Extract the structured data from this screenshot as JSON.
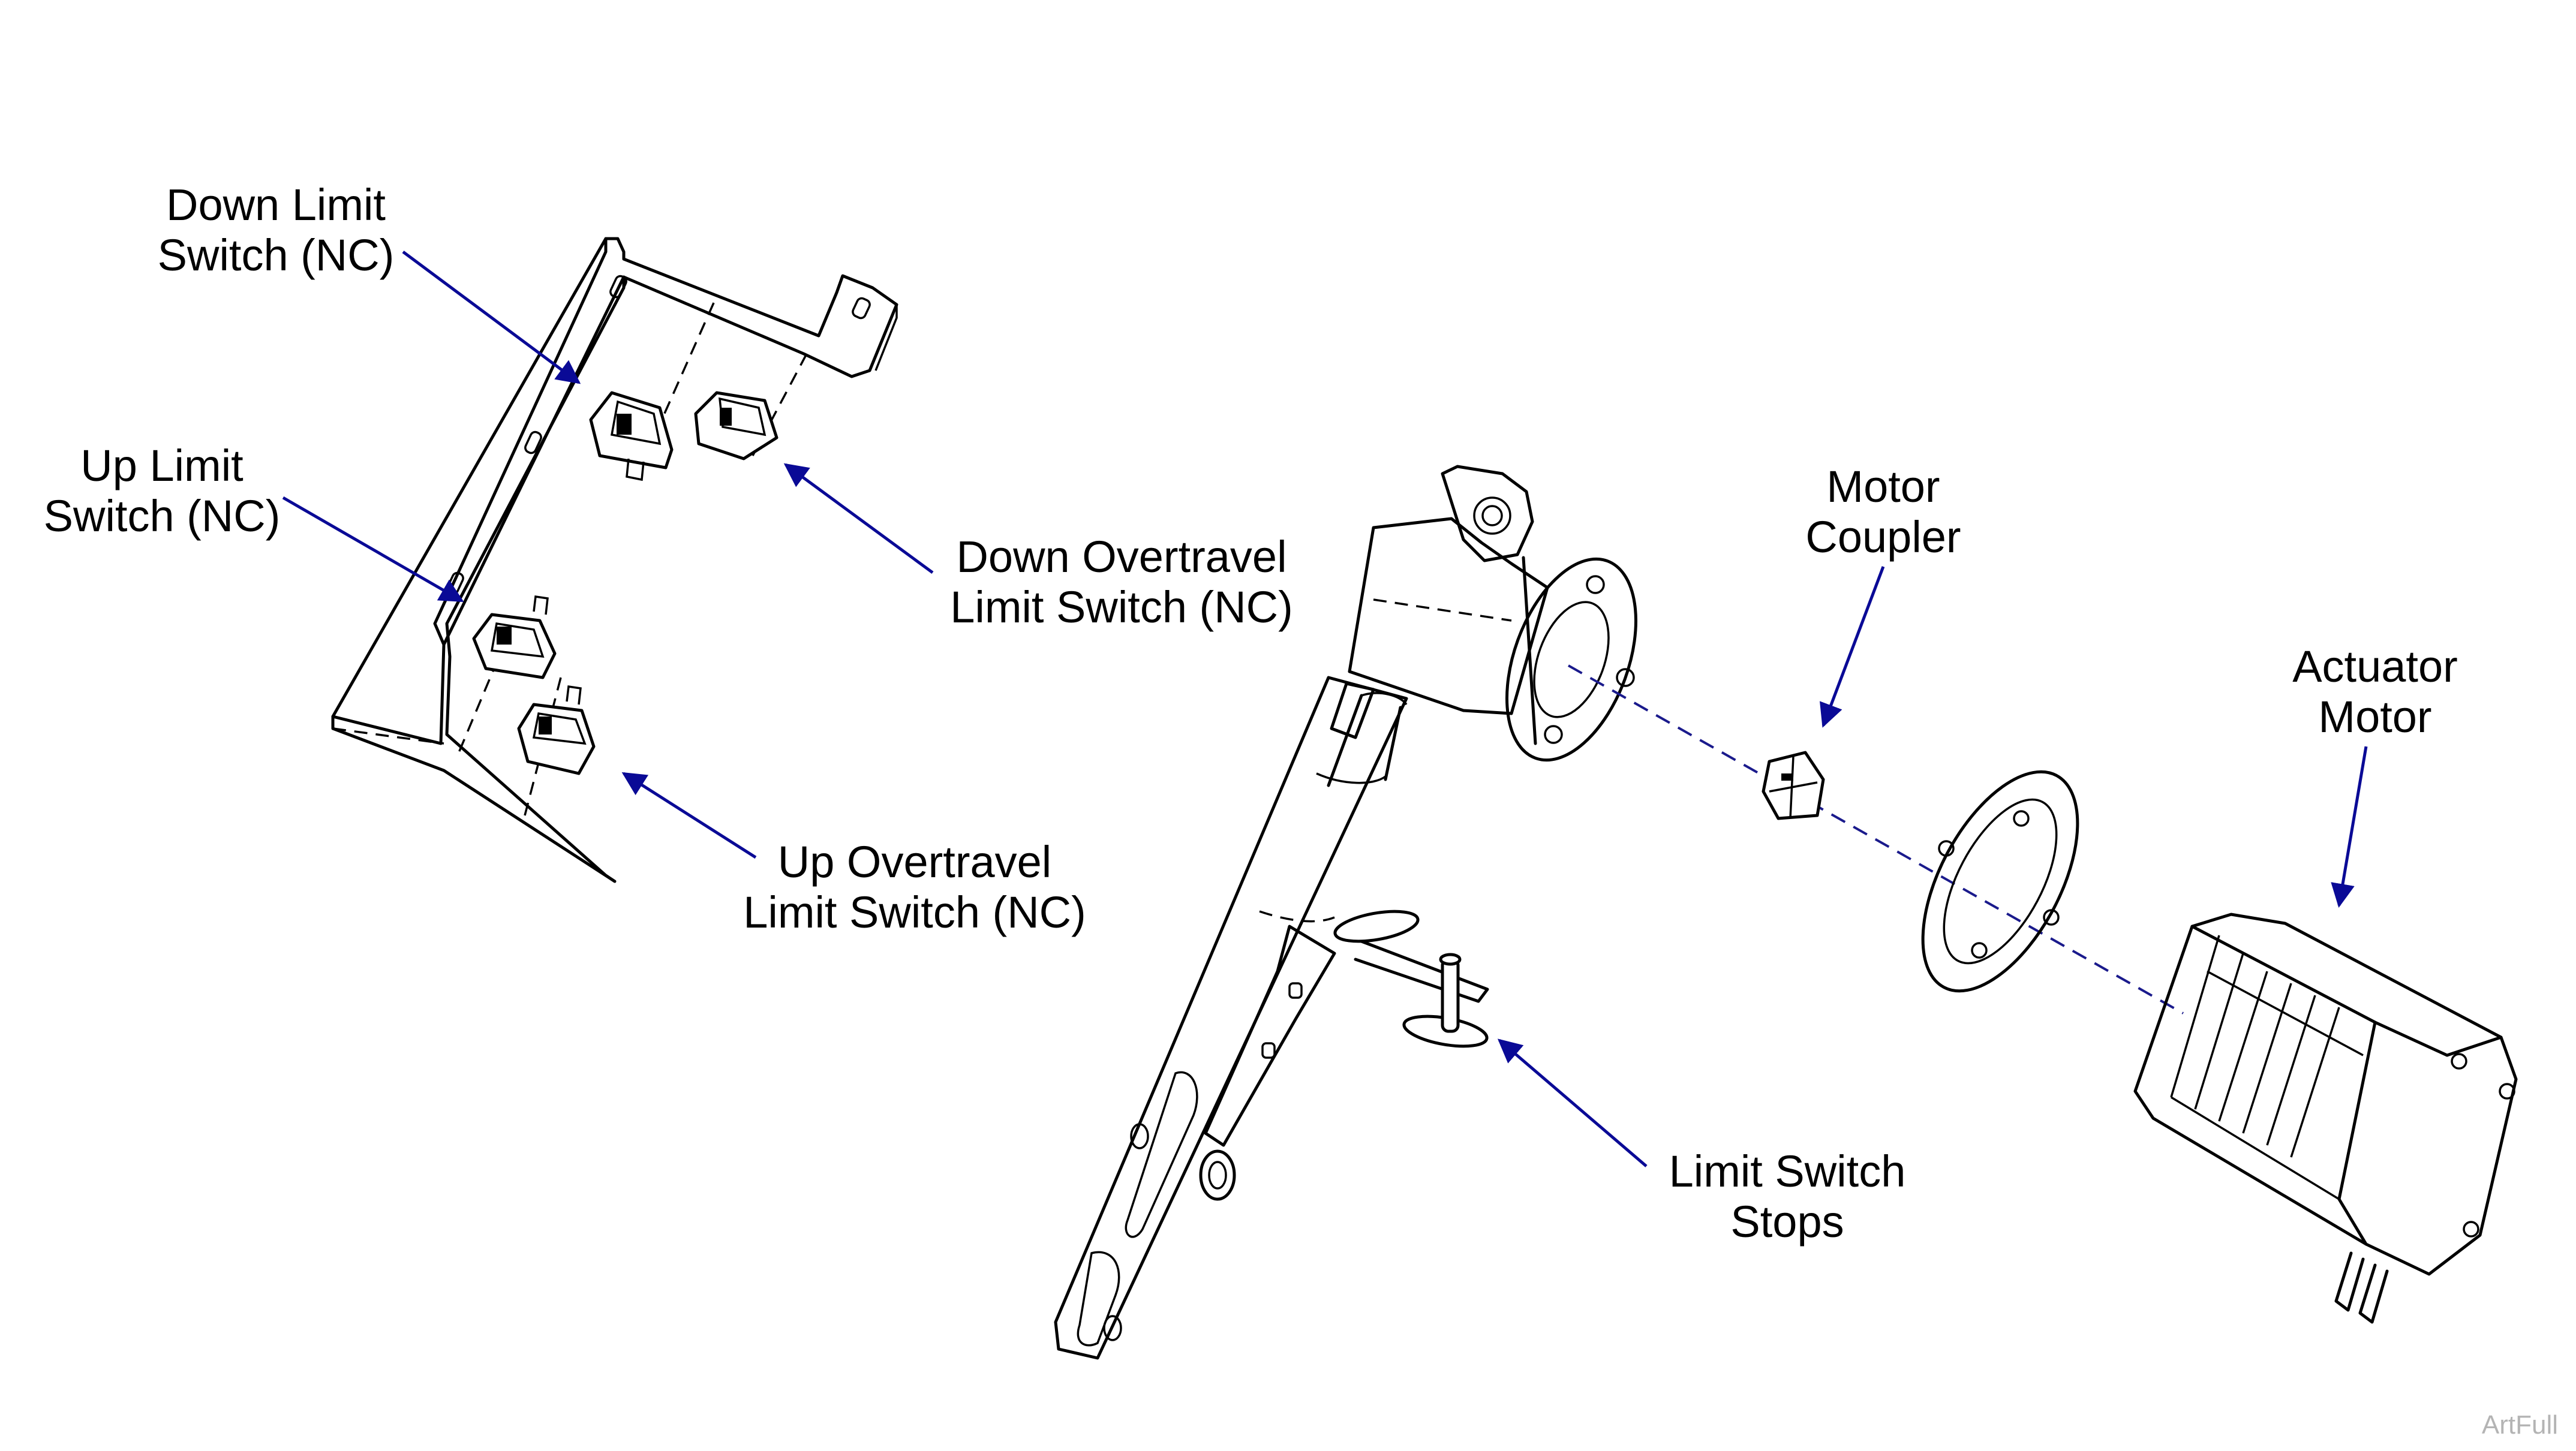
{
  "labels": {
    "down_limit": {
      "line1": "Down Limit",
      "line2": "Switch (NC)"
    },
    "up_limit": {
      "line1": "Up Limit",
      "line2": "Switch (NC)"
    },
    "down_overtravel": {
      "line1": "Down Overtravel",
      "line2": "Limit Switch (NC)"
    },
    "up_overtravel": {
      "line1": "Up Overtravel",
      "line2": "Limit Switch (NC)"
    },
    "motor_coupler": {
      "line1": "Motor",
      "line2": "Coupler"
    },
    "actuator_motor": {
      "line1": "Actuator",
      "line2": "Motor"
    },
    "limit_switch_stops": {
      "line1": "Limit Switch",
      "line2": "Stops"
    }
  },
  "watermark": "ArtFull",
  "colors": {
    "leader_line": "#0a0a96",
    "line_art": "#000000",
    "watermark": "#b4b4b4",
    "background": "#ffffff"
  }
}
